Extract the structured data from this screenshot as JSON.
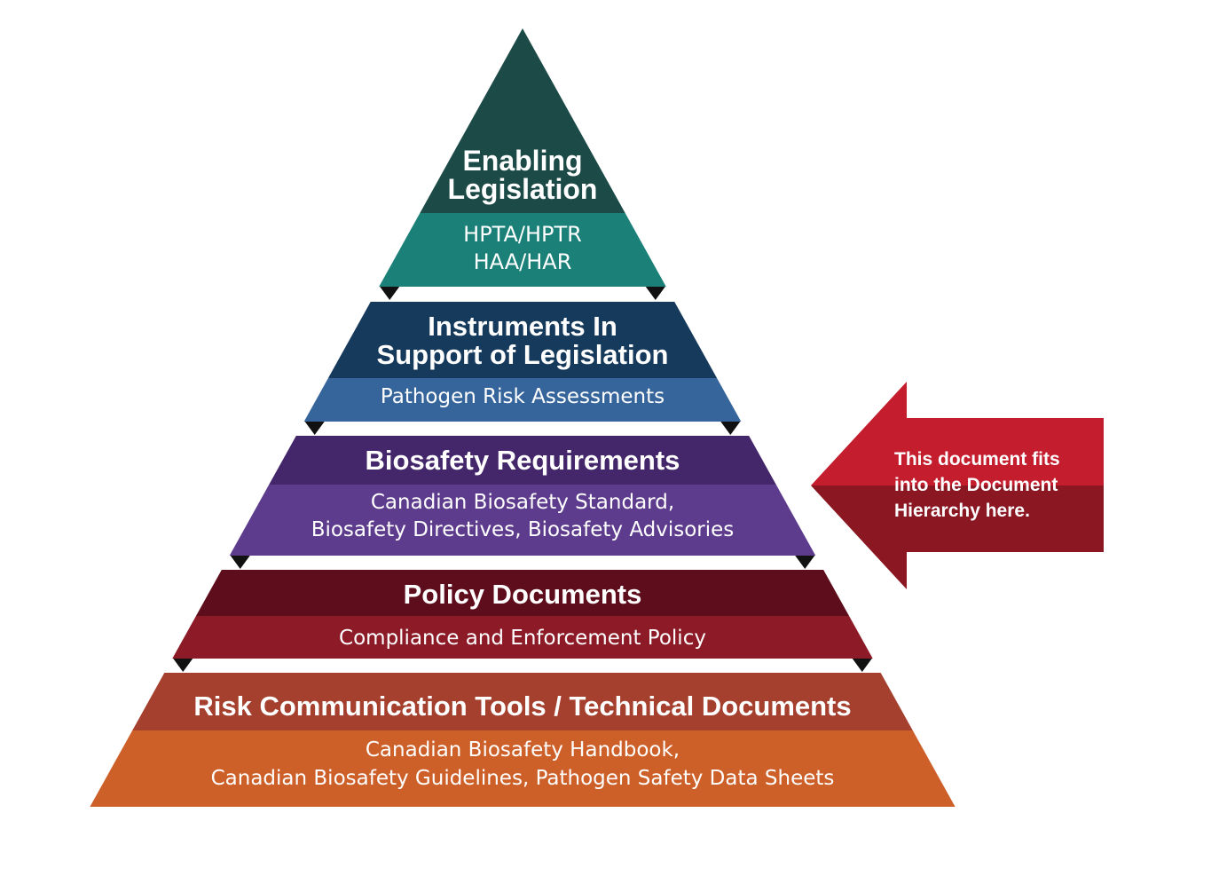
{
  "tiers": [
    {
      "title_lines": [
        "Enabling",
        "Legislation"
      ],
      "sub_lines": [
        "HPTA/HPTR",
        "HAA/HAR"
      ],
      "colors": {
        "top": "#1b4a47",
        "bottom": "#1b8078"
      }
    },
    {
      "title_lines": [
        "Instruments In",
        "Support of Legislation"
      ],
      "sub_lines": [
        "Pathogen Risk Assessments"
      ],
      "colors": {
        "top": "#163a5c",
        "bottom": "#36659c"
      }
    },
    {
      "title_lines": [
        "Biosafety Requirements"
      ],
      "sub_lines": [
        "Canadian Biosafety Standard,",
        "Biosafety Directives, Biosafety Advisories"
      ],
      "colors": {
        "top": "#44266b",
        "bottom": "#5e3c8d"
      }
    },
    {
      "title_lines": [
        "Policy Documents"
      ],
      "sub_lines": [
        "Compliance and Enforcement Policy"
      ],
      "colors": {
        "top": "#5e0d1c",
        "bottom": "#8c1b27"
      }
    },
    {
      "title_lines": [
        "Risk Communication Tools / Technical Documents"
      ],
      "sub_lines": [
        "Canadian Biosafety Handbook,",
        "Canadian Biosafety Guidelines, Pathogen Safety Data Sheets"
      ],
      "colors": {
        "top": "#a6402e",
        "bottom": "#cd5f28"
      }
    }
  ],
  "arrow": {
    "lines": [
      "This document fits",
      "into the Document",
      "Hierarchy here."
    ],
    "colors": {
      "top": "#c41e2e",
      "bottom": "#8a1722"
    }
  },
  "connector_color": "#111111"
}
